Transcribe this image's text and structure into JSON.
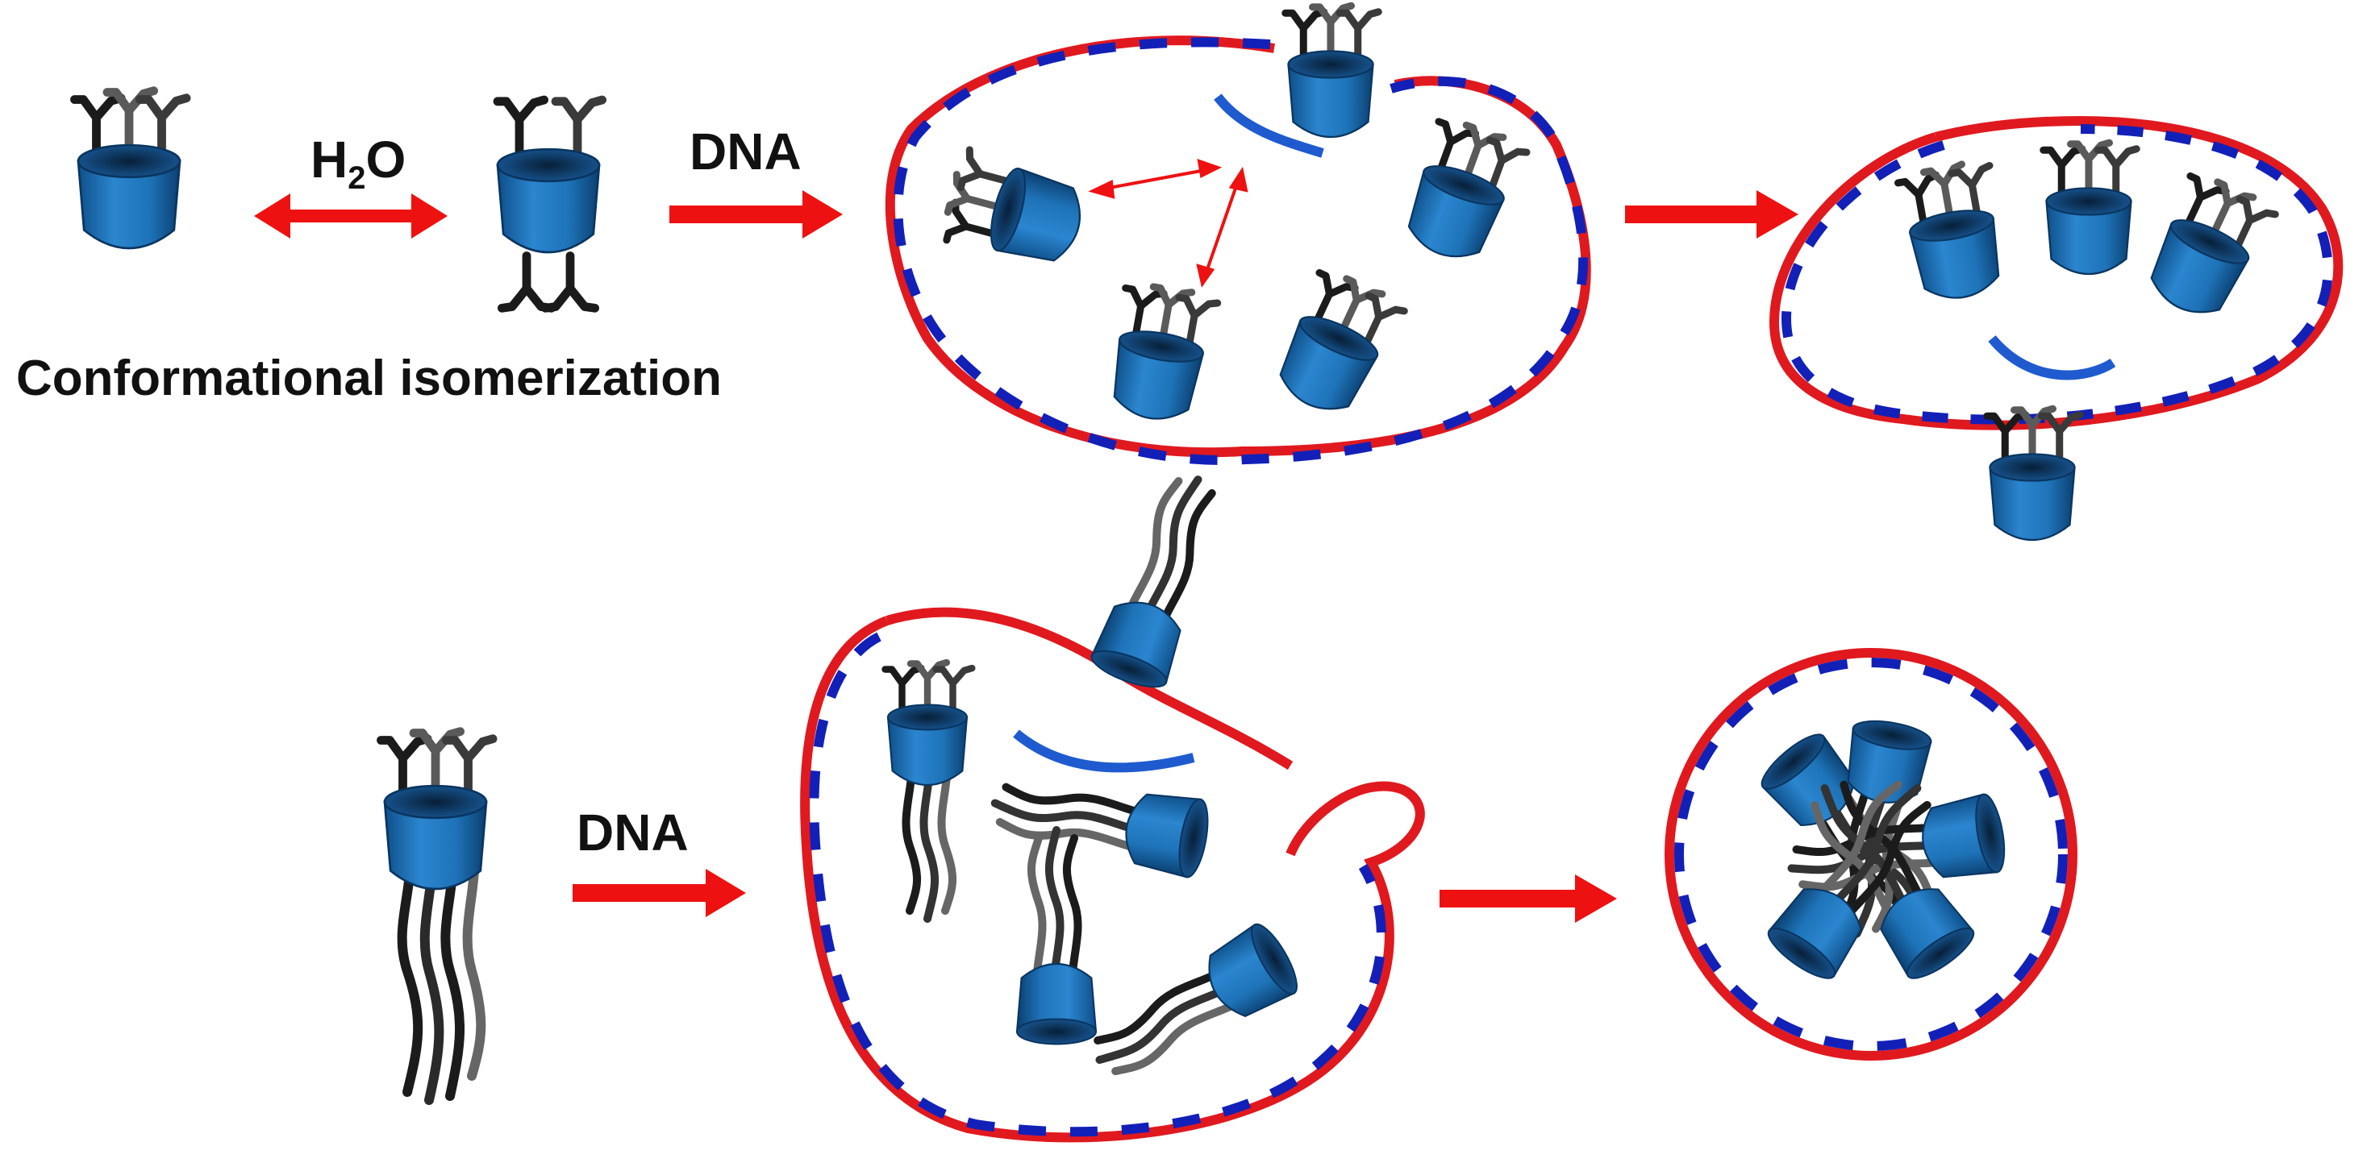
{
  "labels": {
    "water_main": "H",
    "water_sub": "2",
    "water_tail": "O",
    "dna_top": "DNA",
    "dna_bottom": "DNA",
    "isomerization": "Conformational isomerization"
  },
  "colors": {
    "cup": "#1e73b8",
    "cup_rim": "#0f3a66",
    "arm": "#1b1b1b",
    "arm_light": "#5a5a5a",
    "strand_red": "#e0191f",
    "strand_blue": "#1220b8",
    "arrow": "#ee1111"
  }
}
